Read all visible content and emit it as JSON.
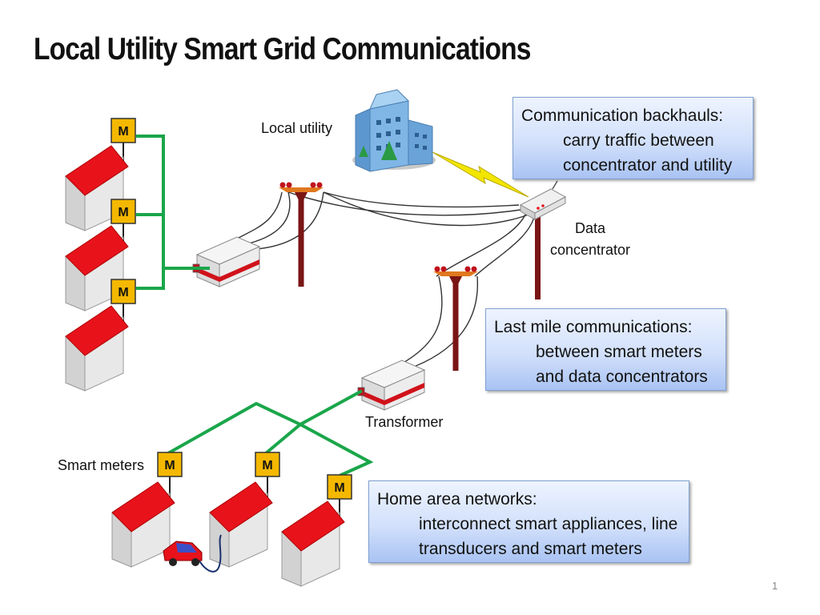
{
  "title": "Local Utility Smart Grid Communications",
  "labels": {
    "local_utility": "Local utility",
    "data_concentrator": "Data concentrator",
    "transformer": "Transformer",
    "smart_meters": "Smart meters"
  },
  "meter_letter": "M",
  "callouts": {
    "backhaul": {
      "heading": "Communication backhauls:",
      "line1": "carry traffic between",
      "line2": "concentrator and utility"
    },
    "last_mile": {
      "heading": "Last mile communications:",
      "line1": "between smart meters",
      "line2": "and data concentrators"
    },
    "home": {
      "heading": "Home area networks:",
      "line1": "interconnect smart appliances, line",
      "line2": "transducers and smart meters"
    }
  },
  "page_number": "1",
  "colors": {
    "roof": "#e8121b",
    "meter": "#f5b800",
    "network": "#1aa64a",
    "pole": "#7a1515",
    "wire": "#333333",
    "lightning": "#f2e600"
  }
}
